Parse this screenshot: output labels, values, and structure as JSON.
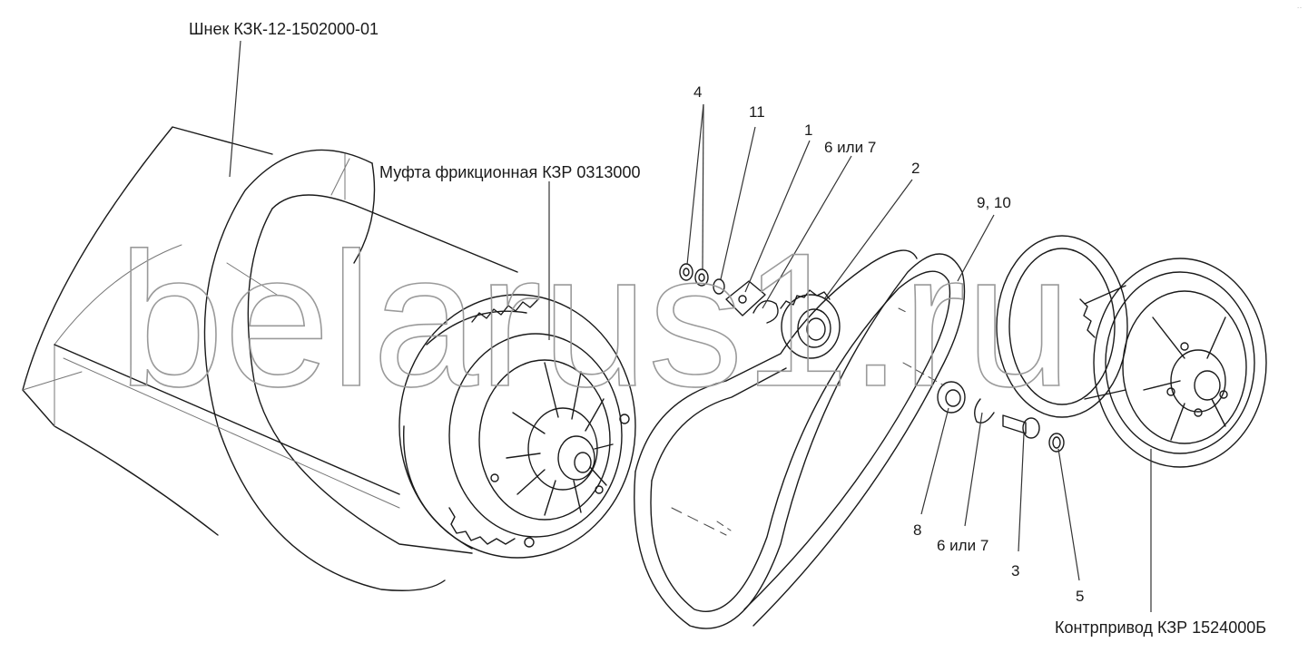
{
  "watermark": "belarus1.ru",
  "corner_mark": "..",
  "labels": {
    "auger": "Шнек КЗК-12-1502000-01",
    "clutch": "Муфта фрикционная КЗР 0313000",
    "counterdrive": "Контрпривод КЗР 1524000Б"
  },
  "callouts": {
    "c4": "4",
    "c11": "11",
    "c1": "1",
    "c6or7_top": "6 или 7",
    "c2": "2",
    "c9_10": "9, 10",
    "c8": "8",
    "c6or7_bottom": "6 или 7",
    "c3": "3",
    "c5": "5"
  },
  "colors": {
    "line": "#1a1a1a",
    "thin": "#555555",
    "watermark": "#9a9a9a"
  }
}
